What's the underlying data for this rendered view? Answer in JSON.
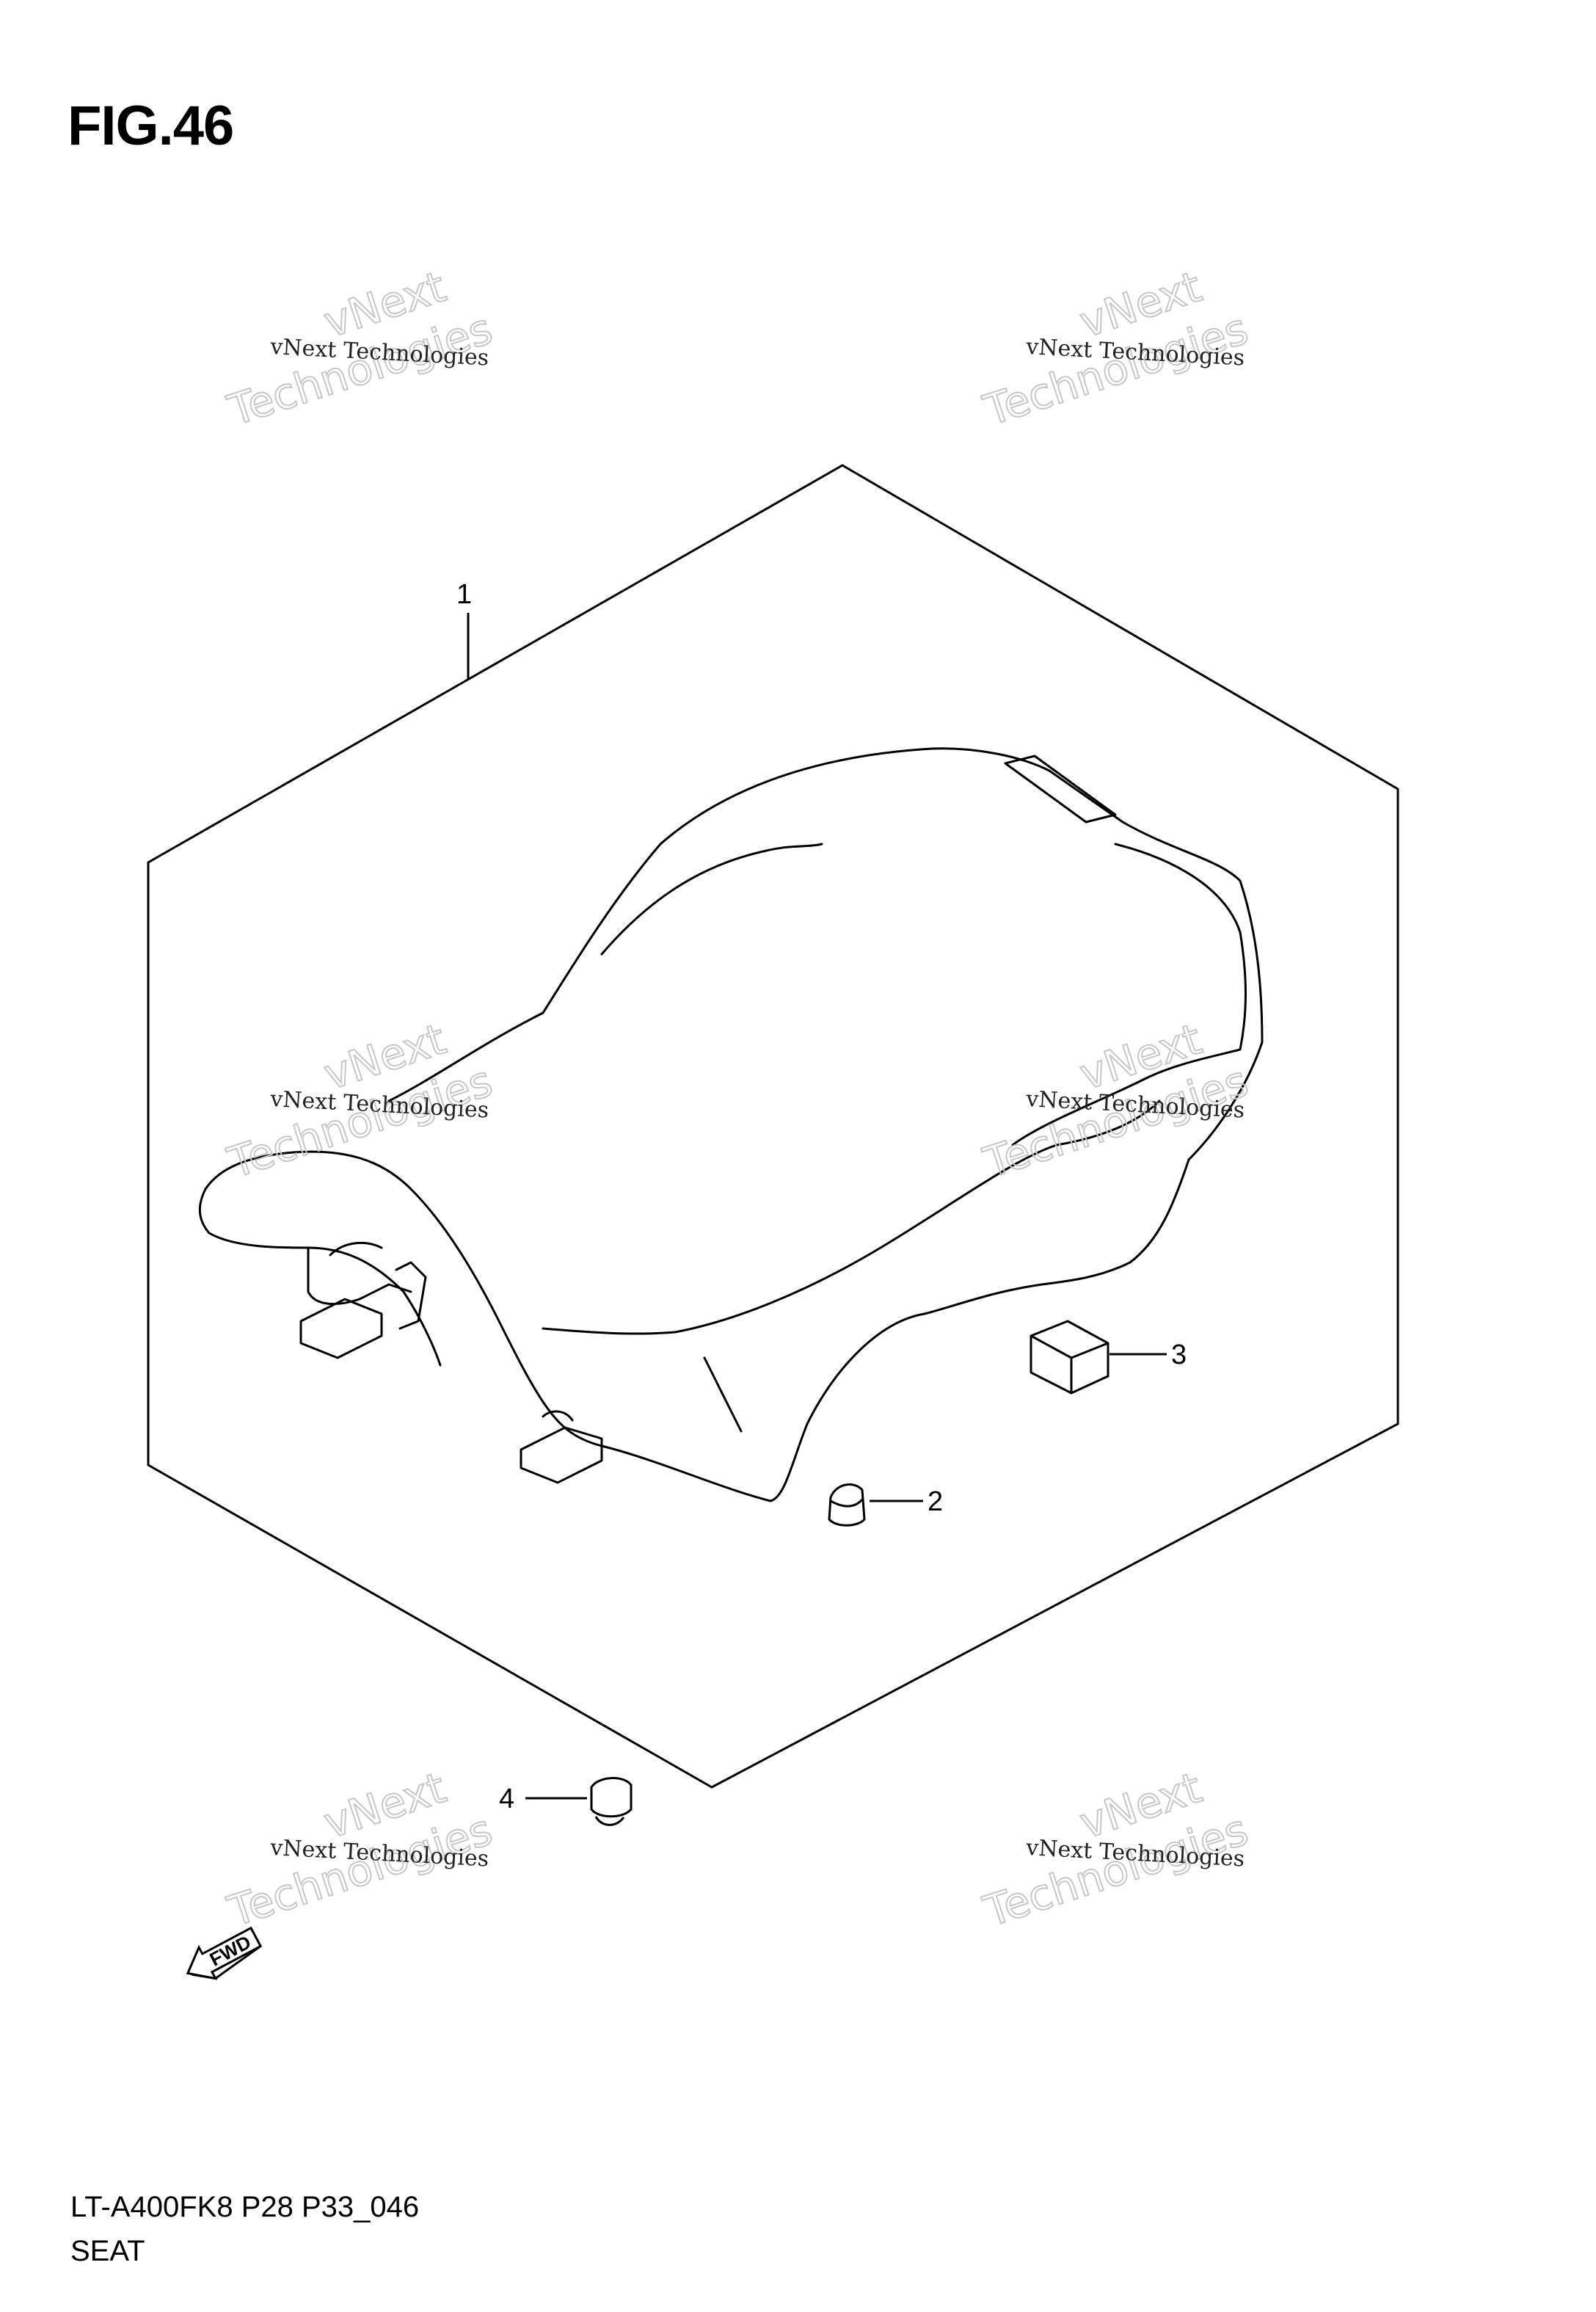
{
  "figure": {
    "title": "FIG.46",
    "code": "LT-A400FK8 P28 P33_046",
    "section": "SEAT"
  },
  "callouts": [
    {
      "number": "1",
      "part": "seat-assembly"
    },
    {
      "number": "2",
      "part": "cushion"
    },
    {
      "number": "3",
      "part": "pad"
    },
    {
      "number": "4",
      "part": "cushion"
    }
  ],
  "watermark": {
    "line_small": "vNext Technologies",
    "line_big_1": "vNext",
    "line_big_2": "Technologies"
  },
  "direction_label": "FWD",
  "colors": {
    "line": "#000000",
    "watermark": "#c8c8c8",
    "background": "#ffffff"
  }
}
